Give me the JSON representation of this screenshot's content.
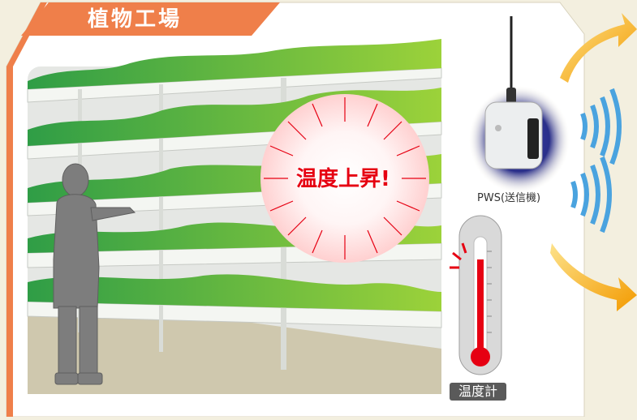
{
  "title": "植物工場",
  "alert": "温度上昇!",
  "transmitter_label": "PWS(送信機)",
  "thermometer_label": "温度計",
  "colors": {
    "background": "#f3efdf",
    "title_banner": "#ef7f4a",
    "alert_text": "#e60012",
    "signal_waves": "#4aa3df",
    "arrows": "#f6b21b",
    "label_bg": "#5a5a5a"
  },
  "icons": [
    "antenna-icon",
    "wireless-signal-icon",
    "arrow-icon",
    "thermometer-icon",
    "worker-icon"
  ]
}
